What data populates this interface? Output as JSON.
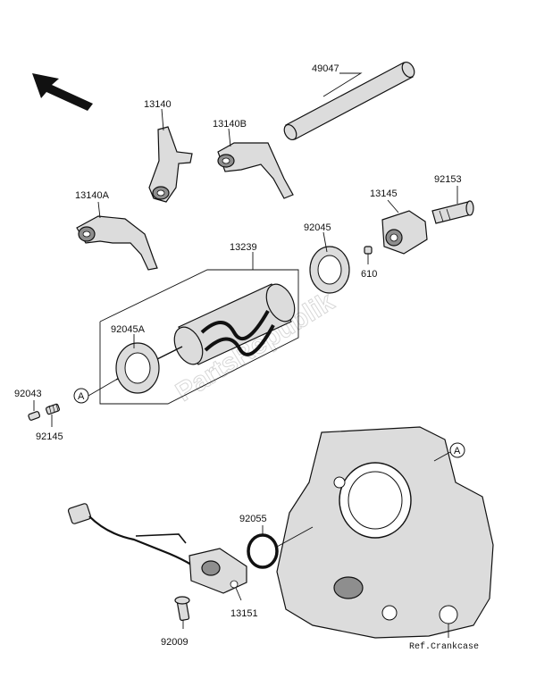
{
  "parts": [
    {
      "id": "49047",
      "name": "part-49047"
    },
    {
      "id": "13140",
      "name": "part-13140"
    },
    {
      "id": "13140B",
      "name": "part-13140b"
    },
    {
      "id": "13140A",
      "name": "part-13140a"
    },
    {
      "id": "92153",
      "name": "part-92153"
    },
    {
      "id": "13145",
      "name": "part-13145"
    },
    {
      "id": "92045",
      "name": "part-92045"
    },
    {
      "id": "13239",
      "name": "part-13239"
    },
    {
      "id": "610",
      "name": "part-610"
    },
    {
      "id": "92045A",
      "name": "part-92045a"
    },
    {
      "id": "92043",
      "name": "part-92043"
    },
    {
      "id": "92145",
      "name": "part-92145"
    },
    {
      "id": "92055",
      "name": "part-92055"
    },
    {
      "id": "13151",
      "name": "part-13151"
    },
    {
      "id": "92009",
      "name": "part-92009"
    }
  ],
  "callout_marker": "A",
  "ref_note": "Ref.Crankcase",
  "watermark": "PartsRepublik",
  "colors": {
    "ink": "#111111",
    "part_fill": "#dcdcdc",
    "part_dark": "#8e8e8e",
    "watermark": "#d7d7d7"
  }
}
